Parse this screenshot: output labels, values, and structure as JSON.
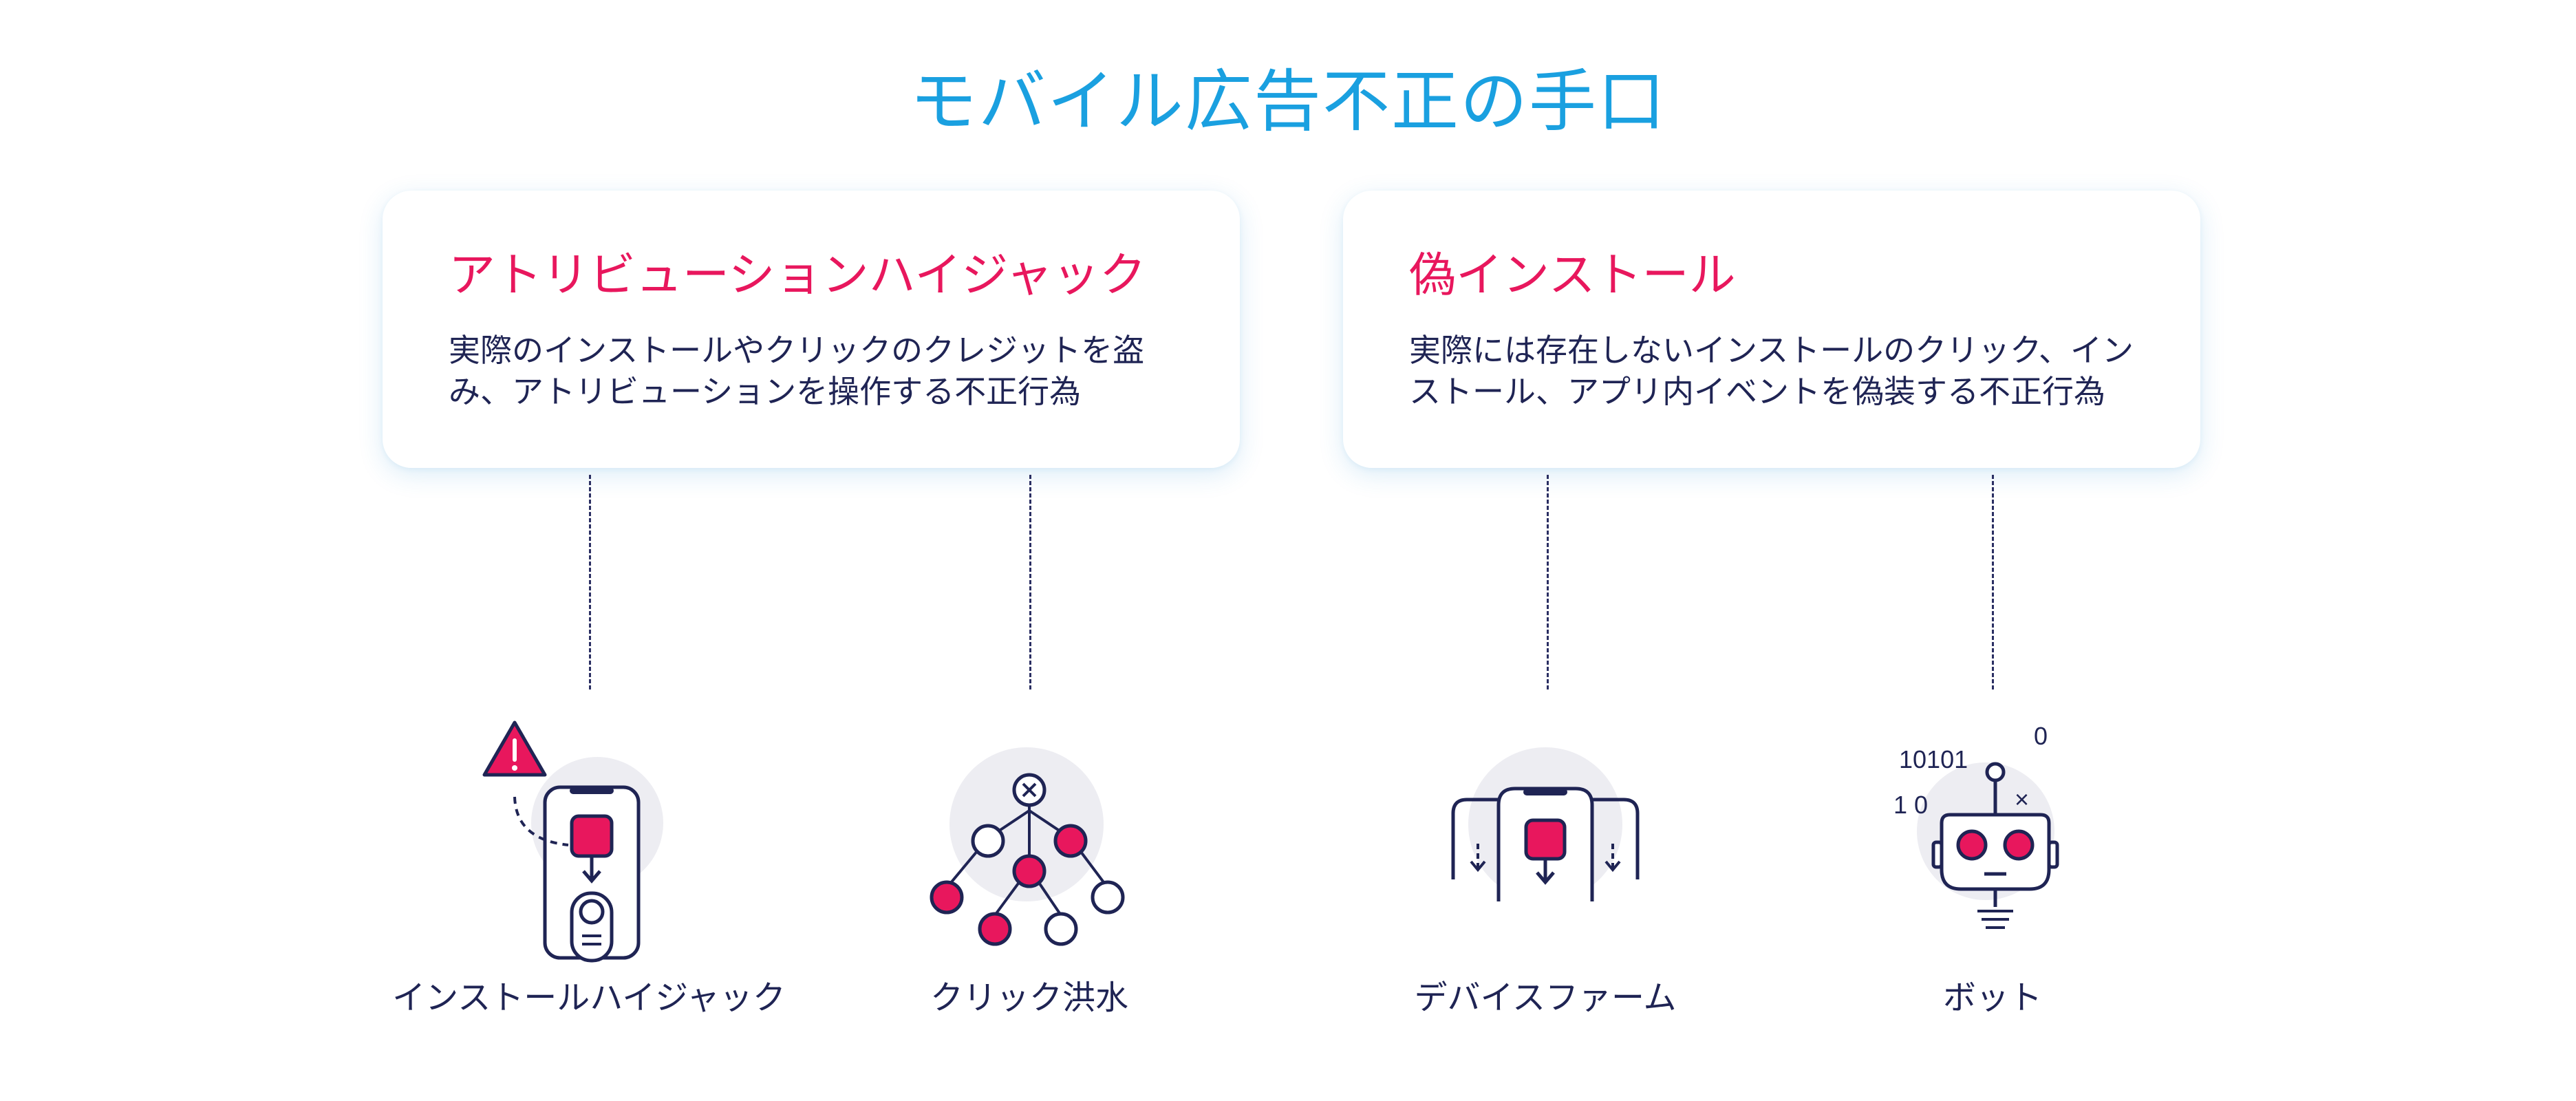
{
  "title": "モバイル広告不正の手口",
  "categories": [
    {
      "title": "アトリビューションハイジャック",
      "description": "実際のインストールやクリックのクレジットを盗み、アトリビューションを操作する不正行為"
    },
    {
      "title": "偽インストール",
      "description": "実際には存在しないインストールのクリック、インストール、アプリ内イベントを偽装する不正行為"
    }
  ],
  "techniques": [
    {
      "label": "インストールハイジャック",
      "icon": "phone-hijack-icon"
    },
    {
      "label": "クリック洪水",
      "icon": "click-flood-tree-icon"
    },
    {
      "label": "デバイスファーム",
      "icon": "device-farm-icon"
    },
    {
      "label": "ボット",
      "icon": "bot-icon"
    }
  ],
  "bot_icon_text": {
    "binary_top": "10101",
    "binary_mid": "1 0",
    "zero": "0",
    "cross": "×"
  },
  "colors": {
    "title": "#1aa0e0",
    "accent": "#e8175d",
    "ink": "#1f2454",
    "icon_bg": "#ededf2"
  }
}
